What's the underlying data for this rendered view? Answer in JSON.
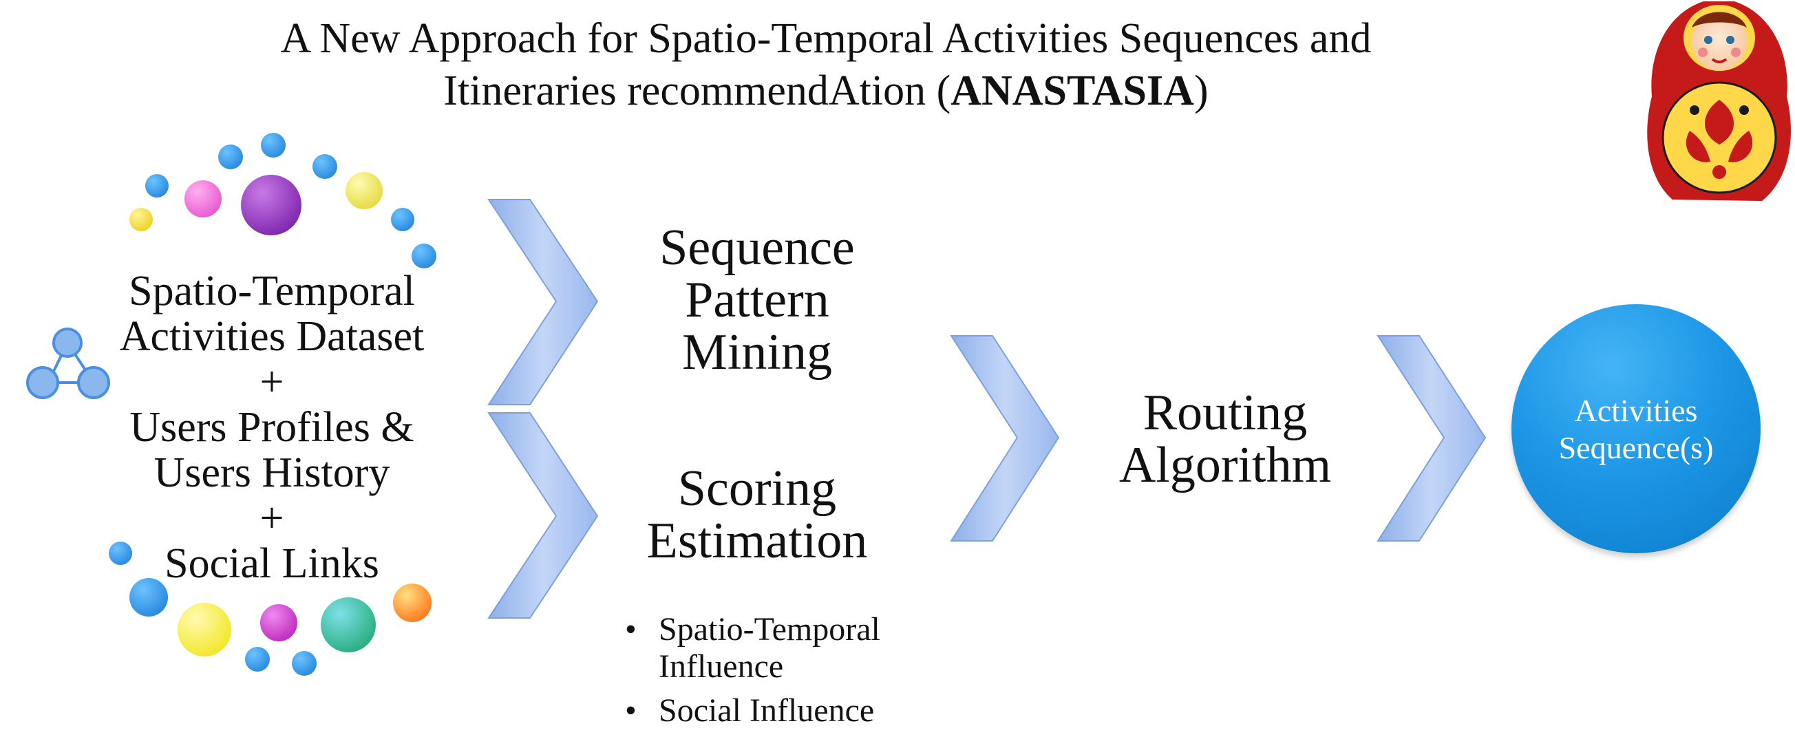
{
  "title": {
    "line1": "A New Approach for Spatio-Temporal Activities Sequences and",
    "line2_prefix": "Itineraries recommendAtion (",
    "line2_bold": "ANASTASIA",
    "line2_suffix": ")"
  },
  "inputs": {
    "line1": "Spatio-Temporal",
    "line2": "Activities Dataset",
    "plus1": "+",
    "line3": "Users Profiles &",
    "line4": "Users History",
    "plus2": "+",
    "line5": "Social Links"
  },
  "stages": {
    "sequence_mining": [
      "Sequence",
      "Pattern",
      "Mining"
    ],
    "scoring": [
      "Scoring",
      "Estimation"
    ],
    "routing": [
      "Routing",
      "Algorithm"
    ]
  },
  "scoring_factors": [
    "Spatio-Temporal Influence",
    "Social Influence"
  ],
  "scoring_factor_lines": [
    [
      "Spatio-Temporal",
      "Influence"
    ],
    [
      "Social Influence"
    ]
  ],
  "bullet": "•",
  "output": {
    "line1": "Activities",
    "line2": "Sequence(s)"
  },
  "icons": {
    "network": "social-network-icon",
    "doll": "matryoshka-doll-icon",
    "chevron": "chevron-arrow-icon"
  },
  "colors": {
    "chevron": "#a9c4f2",
    "output_circle": "#1d97e6",
    "network": "#4a90e2"
  }
}
